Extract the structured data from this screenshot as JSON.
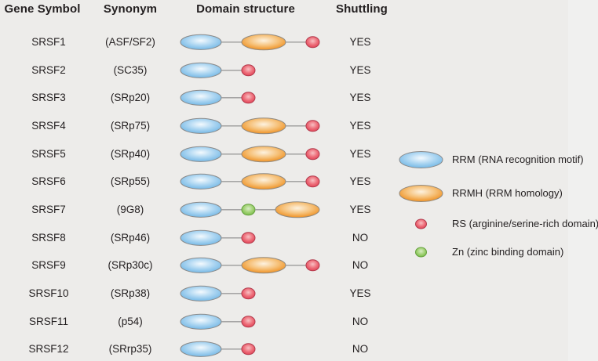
{
  "figure": {
    "header": {
      "gene_symbol": "Gene Symbol",
      "synonym": "Synonym",
      "domain_structure": "Domain structure",
      "shuttling": "Shuttling"
    }
  },
  "rows": [
    {
      "gene": "SRSF1",
      "synonym": "(ASF/SF2)",
      "domains": [
        "RRM",
        "RRMH",
        "RS"
      ],
      "shuttling": "YES"
    },
    {
      "gene": "SRSF2",
      "synonym": "(SC35)",
      "domains": [
        "RRM",
        "RS"
      ],
      "shuttling": "YES"
    },
    {
      "gene": "SRSF3",
      "synonym": "(SRp20)",
      "domains": [
        "RRM",
        "RS"
      ],
      "shuttling": "YES"
    },
    {
      "gene": "SRSF4",
      "synonym": "(SRp75)",
      "domains": [
        "RRM",
        "RRMH",
        "RS"
      ],
      "shuttling": "YES"
    },
    {
      "gene": "SRSF5",
      "synonym": "(SRp40)",
      "domains": [
        "RRM",
        "RRMH",
        "RS"
      ],
      "shuttling": "YES"
    },
    {
      "gene": "SRSF6",
      "synonym": "(SRp55)",
      "domains": [
        "RRM",
        "RRMH",
        "RS"
      ],
      "shuttling": "YES"
    },
    {
      "gene": "SRSF7",
      "synonym": "(9G8)",
      "domains": [
        "RRM",
        "Zn",
        "RRMH"
      ],
      "shuttling": "YES"
    },
    {
      "gene": "SRSF8",
      "synonym": "(SRp46)",
      "domains": [
        "RRM",
        "RS"
      ],
      "shuttling": "NO"
    },
    {
      "gene": "SRSF9",
      "synonym": "(SRp30c)",
      "domains": [
        "RRM",
        "RRMH",
        "RS"
      ],
      "shuttling": "NO"
    },
    {
      "gene": "SRSF10",
      "synonym": "(SRp38)",
      "domains": [
        "RRM",
        "RS"
      ],
      "shuttling": "YES"
    },
    {
      "gene": "SRSF11",
      "synonym": "(p54)",
      "domains": [
        "RRM",
        "RS"
      ],
      "shuttling": "NO"
    },
    {
      "gene": "SRSF12",
      "synonym": "(SRrp35)",
      "domains": [
        "RRM",
        "RS"
      ],
      "shuttling": "NO"
    }
  ],
  "legend": [
    {
      "type": "RRM",
      "label": "RRM (RNA recognition motif)"
    },
    {
      "type": "RRMH",
      "label": "RRMH (RRM homology)"
    },
    {
      "type": "RS",
      "label": "RS (arginine/serine-rich domain)"
    },
    {
      "type": "Zn",
      "label": "Zn (zinc binding domain)"
    }
  ],
  "domain_shapes": {
    "RRM": {
      "rx": 26,
      "ry": 9.6,
      "legend_rx": 27.5,
      "legend_ry": 10.5,
      "stroke": "#8a8a8a",
      "fill_center": "#f4fafe",
      "fill_mid": "#a9d4f1",
      "fill_edge": "#72b7e5"
    },
    "RRMH": {
      "rx": 28,
      "ry": 10,
      "legend_rx": 27.5,
      "legend_ry": 10.5,
      "stroke": "#918a80",
      "fill_center": "#fdf2df",
      "fill_mid": "#f6c077",
      "fill_edge": "#ee8d1d"
    },
    "RS": {
      "rx": 8.5,
      "ry": 7,
      "legend_rx": 7,
      "legend_ry": 6,
      "stroke": "#b23a4c",
      "fill_center": "#f8c0c3",
      "fill_mid": "#ee707c",
      "fill_edge": "#e04155"
    },
    "Zn": {
      "rx": 8.5,
      "ry": 7,
      "legend_rx": 7,
      "legend_ry": 6,
      "stroke": "#64a03c",
      "fill_center": "#d9edc6",
      "fill_mid": "#a2d275",
      "fill_edge": "#76bb48"
    }
  },
  "colors": {
    "background": "#edecea",
    "right_strip": "#f0f0ef",
    "text": "#231f20",
    "connector_line": "#9b9b9b"
  }
}
